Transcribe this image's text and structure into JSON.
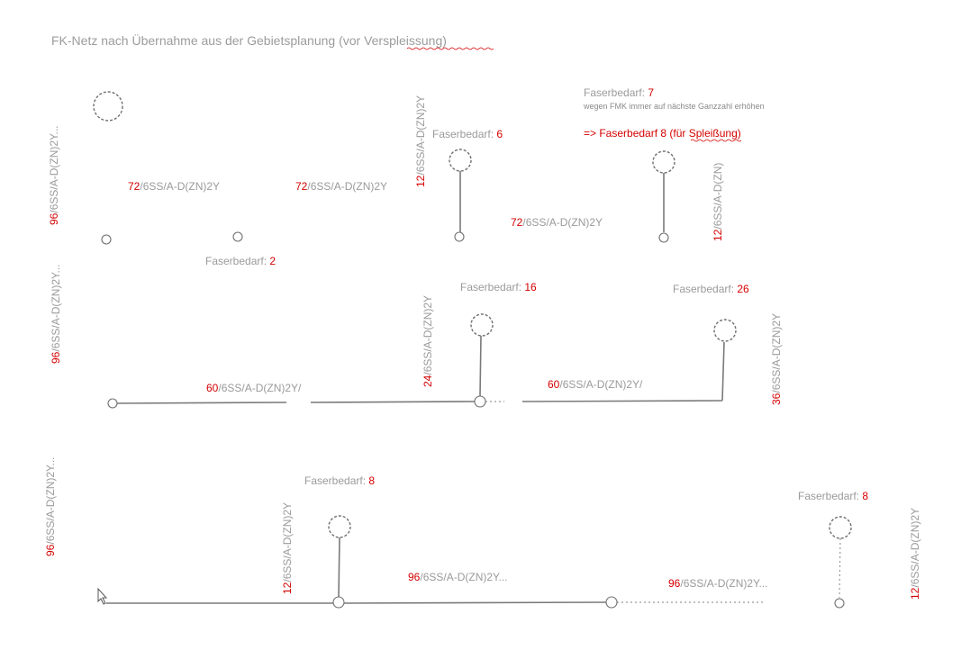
{
  "title": {
    "prefix": "FK-Netz nach Übernahme aus der Gebietsplanung (vor ",
    "emph": "Verspleissung",
    "suffix": ")"
  },
  "cable_rest": "/6SS/A-D(ZN)2Y",
  "faser_label": "Faserbedarf: ",
  "notes": {
    "wegen": "wegen FMK immer auf nächste Ganzzahl erhöhen",
    "arrow_prefix": "=> Faserbedarf 8 (für ",
    "arrow_emph": "Spleißung",
    "arrow_suffix": ")"
  },
  "row1": {
    "vert_left": {
      "count": "96",
      "rest": "/6SS/A-D(ZN)2Y..."
    },
    "h1": {
      "count": "72",
      "rest": "/6SS/A-D(ZN)2Y"
    },
    "h2": {
      "count": "72",
      "rest": "/6SS/A-D(ZN)2Y"
    },
    "h3": {
      "count": "72",
      "rest": "/6SS/A-D(ZN)2Y"
    },
    "v_mid": {
      "count": "12",
      "rest": "/6SS/A-D(ZN)2Y"
    },
    "v_right": {
      "count": "12",
      "rest": "/6SS/A-D(ZN)"
    },
    "fb_small": "2",
    "fb_mid": "6",
    "fb_right": "7"
  },
  "row2": {
    "vert_left": {
      "count": "96",
      "rest": "/6SS/A-D(ZN)2Y..."
    },
    "h1": {
      "count": "60",
      "rest": "/6SS/A-D(ZN)2Y/"
    },
    "h2": {
      "count": "60",
      "rest": "/6SS/A-D(ZN)2Y/"
    },
    "v_mid": {
      "count": "24",
      "rest": "/6SS/A-D(ZN)2Y"
    },
    "v_right": {
      "count": "36",
      "rest": "/6SS/A-D(ZN)2Y"
    },
    "fb_mid": "16",
    "fb_right": "26"
  },
  "row3": {
    "vert_left": {
      "count": "96",
      "rest": "/6SS/A-D(ZN)2Y..."
    },
    "h1": {
      "count": "96",
      "rest": "/6SS/A-D(ZN)2Y..."
    },
    "h2": {
      "count": "96",
      "rest": "/6SS/A-D(ZN)2Y..."
    },
    "v_mid": {
      "count": "12",
      "rest": "/6SS/A-D(ZN)2Y"
    },
    "v_right": {
      "count": "12",
      "rest": "/6SS/A-D(ZN)2Y"
    },
    "fb_mid": "8",
    "fb_right": "8"
  }
}
